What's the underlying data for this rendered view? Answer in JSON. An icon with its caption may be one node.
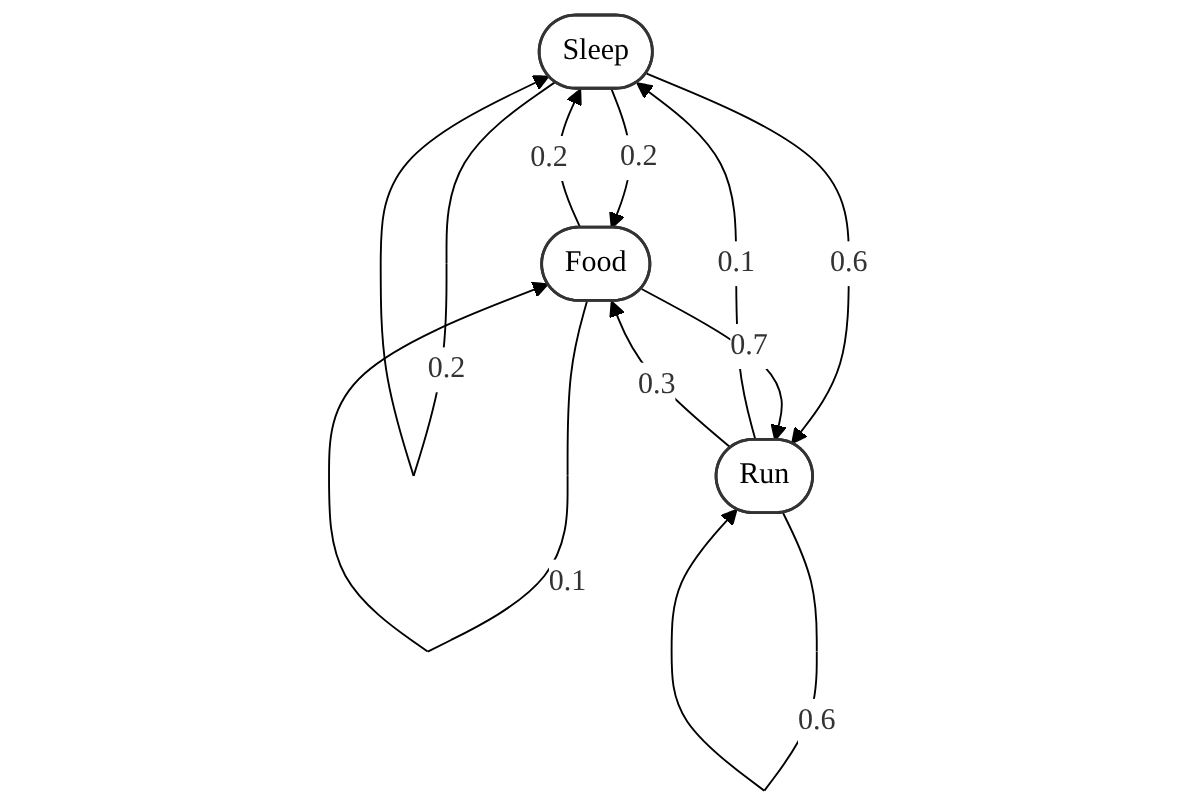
{
  "diagram": {
    "nodes": [
      {
        "text": [
          "Sleep"
        ]
      },
      {
        "text": [
          "Food"
        ]
      },
      {
        "text": [
          "Run"
        ]
      }
    ],
    "edges": [
      {
        "from": 0,
        "to": 0,
        "arrow": "to",
        "label": "0.2"
      },
      {
        "from": 0,
        "to": 1,
        "arrow": "to",
        "label": "0.2"
      },
      {
        "from": 1,
        "to": 0,
        "arrow": "to",
        "label": "0.2"
      },
      {
        "from": 2,
        "to": 0,
        "arrow": "to",
        "label": "0.1"
      },
      {
        "from": 0,
        "to": 2,
        "arrow": "to",
        "label": "0.6"
      },
      {
        "from": 1,
        "to": 2,
        "arrow": "to",
        "label": "0.7"
      },
      {
        "from": 2,
        "to": 1,
        "arrow": "to",
        "label": "0.3"
      },
      {
        "from": 1,
        "to": 1,
        "arrow": "to",
        "label": "0.1"
      },
      {
        "from": 2,
        "to": 2,
        "arrow": "to",
        "label": "0.6"
      }
    ]
  }
}
